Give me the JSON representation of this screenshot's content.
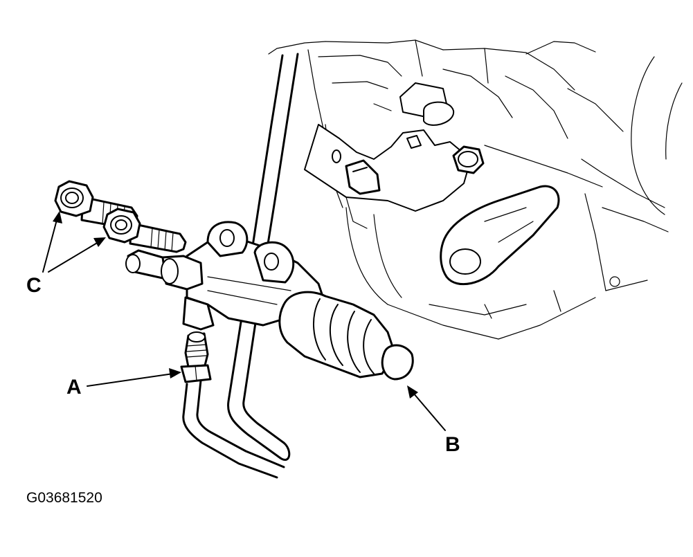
{
  "diagram": {
    "callouts": {
      "a": "A",
      "b": "B",
      "c": "C"
    },
    "figure_id": "G03681520"
  }
}
